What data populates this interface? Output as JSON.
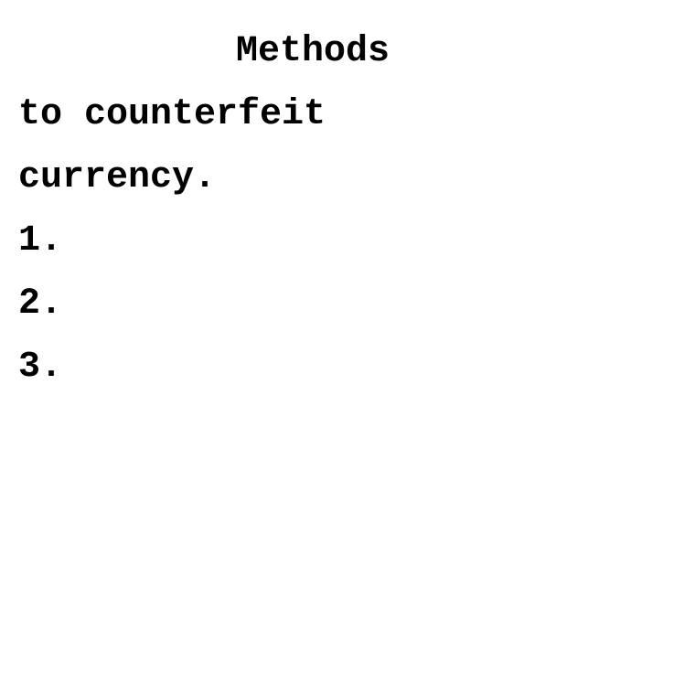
{
  "document": {
    "title": "Methods",
    "heading_lines": [
      "to counterfeit",
      "currency."
    ],
    "list_items": [
      "1.",
      "2.",
      "3."
    ]
  },
  "colors": {
    "text": "#000000",
    "background": "#ffffff"
  }
}
